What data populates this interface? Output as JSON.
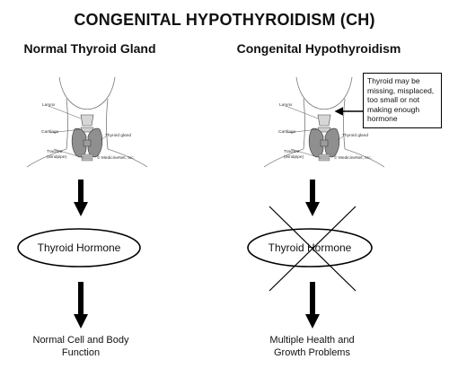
{
  "title": "CONGENITAL HYPOTHYROIDISM (CH)",
  "left": {
    "heading": "Normal Thyroid Gland",
    "labels": {
      "larynx": "Larynx",
      "cartilage": "Cartilage",
      "thyroid_gland": "Thyroid gland",
      "trachea": "Trachea",
      "windpipe": "(windpipe)",
      "credit": "© MedicineNet, Inc."
    },
    "hormone": "Thyroid Hormone",
    "outcome_line1": "Normal Cell and Body",
    "outcome_line2": "Function"
  },
  "right": {
    "heading": "Congenital Hypothyroidism",
    "callout": "Thyroid may be missing, misplaced, too small or not making enough hormone",
    "labels": {
      "larynx": "Larynx",
      "cartilage": "Cartilage",
      "thyroid_gland": "Thyroid gland",
      "trachea": "Trachea",
      "windpipe": "(windpipe)",
      "credit": "© MedicineNet, Inc."
    },
    "hormone": "Thyroid Hormone",
    "outcome_line1": "Multiple Health and",
    "outcome_line2": "Growth Problems"
  }
}
